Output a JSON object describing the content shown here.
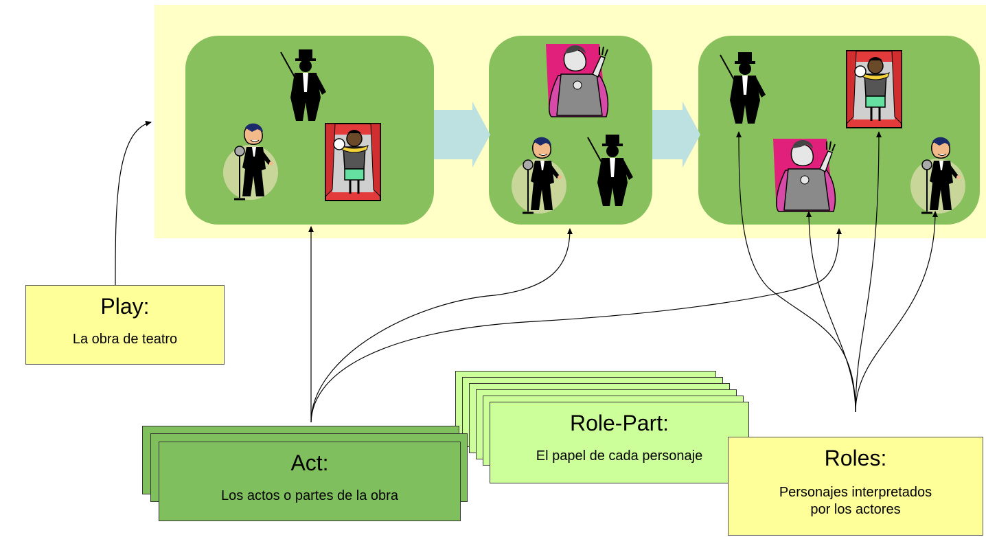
{
  "play": {
    "title": "Play:",
    "subtitle": "La obra de teatro"
  },
  "act": {
    "title": "Act:",
    "subtitle": "Los actos o partes de la obra"
  },
  "role_part": {
    "title": "Role-Part:",
    "subtitle": "El papel de cada personaje"
  },
  "roles": {
    "title": "Roles:",
    "subtitle_line1": "Personajes interpretados",
    "subtitle_line2": "por los actores"
  },
  "colors": {
    "stage": "#ffffc6",
    "act_panel": "#88c05e",
    "arrow": "#bde0e0",
    "play_box": "#ffff99",
    "act_box": "#7fbf5e",
    "role_part_box": "#ccff99"
  },
  "icons": [
    "conductor-silhouette-icon",
    "singer-microphone-icon",
    "actor-curtain-icon",
    "tragic-actor-icon"
  ]
}
